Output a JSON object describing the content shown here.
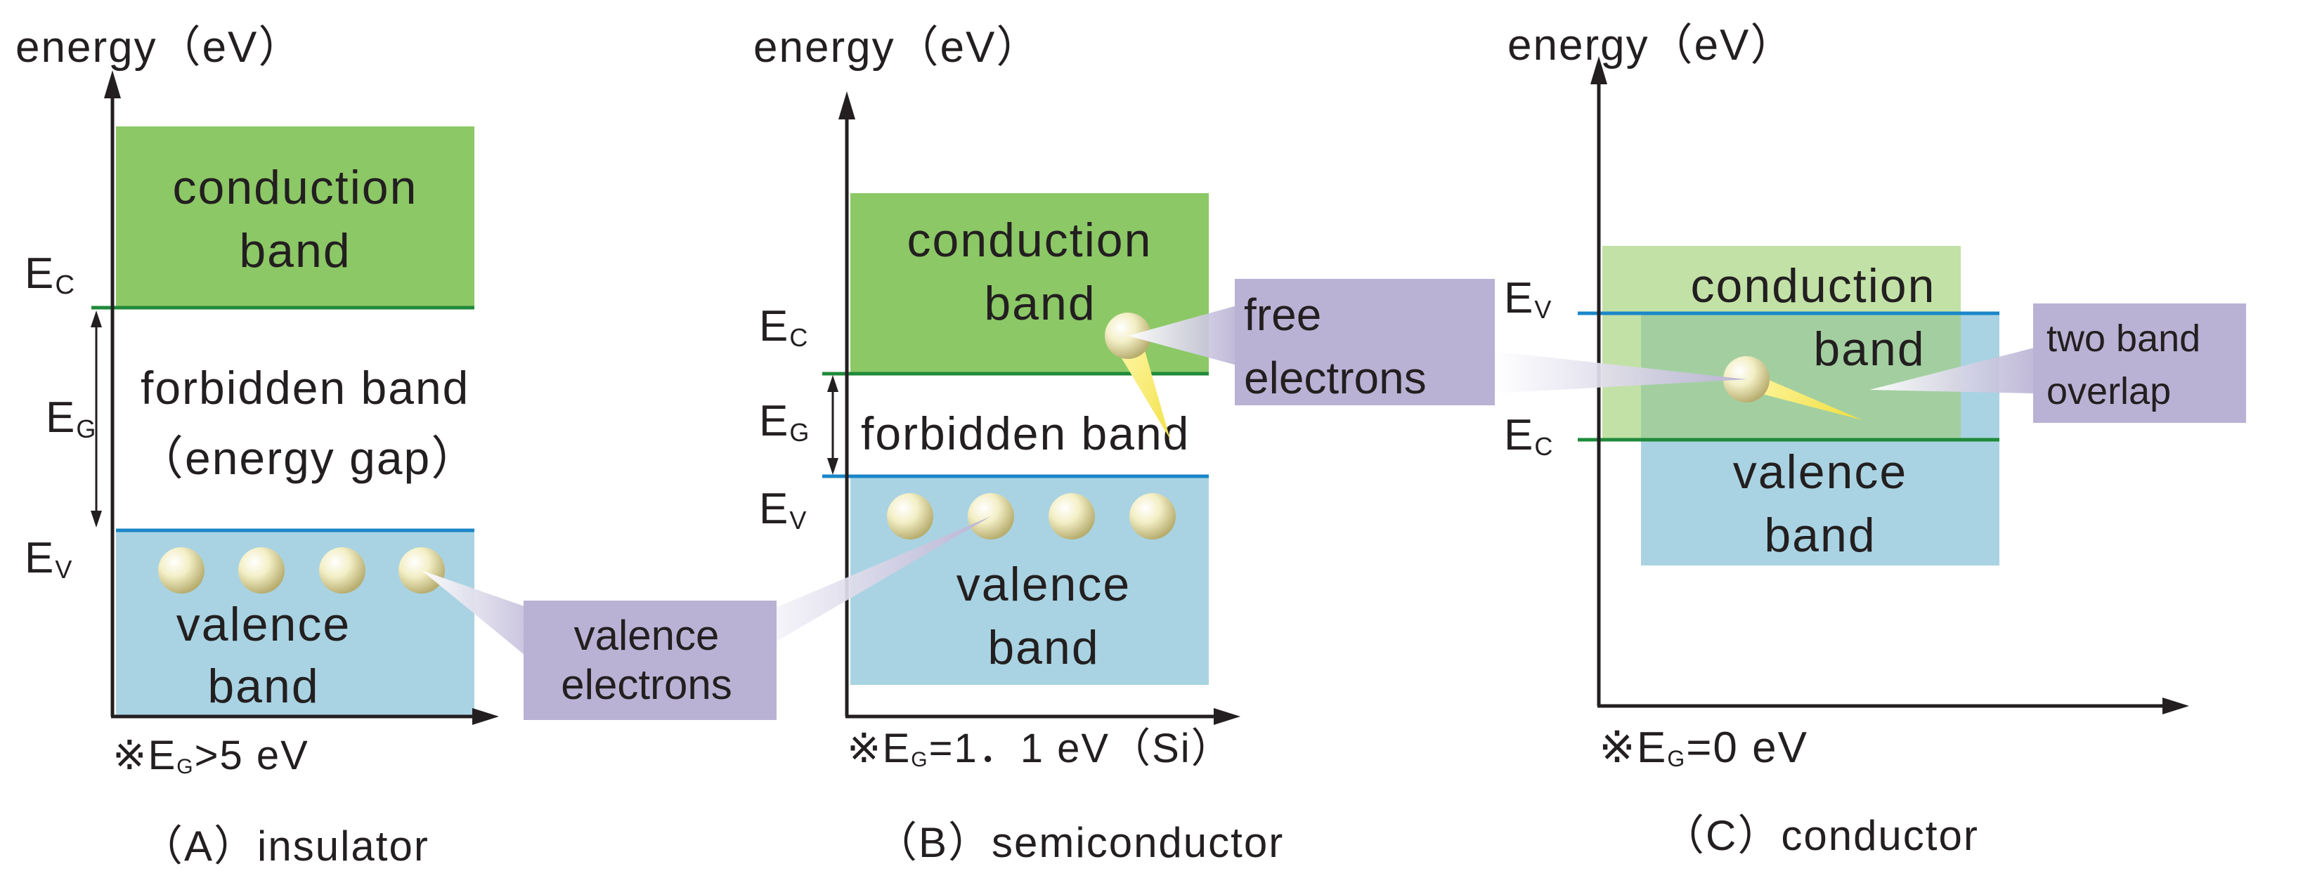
{
  "colors": {
    "conduction": "#8cc866",
    "conduction_light": "#c2e1a6",
    "valence": "#a9d3e2",
    "overlap": "#a3cfa0",
    "ec_line": "#1f8a3a",
    "ev_line": "#1b86c8",
    "callout": "#b9b2d4",
    "axis": "#231f20"
  },
  "icons": [
    "electron-sphere-icon",
    "arrow-up-icon",
    "arrow-right-icon",
    "double-arrow-icon"
  ],
  "panels": {
    "a": {
      "y_axis_label": "energy（eV）",
      "conduction_line1": "conduction",
      "conduction_line2": "band",
      "forbidden_line1": "forbidden band",
      "forbidden_line2": "（energy gap）",
      "valence_line1": "valence",
      "valence_line2": "band",
      "ec": "E",
      "ec_sub": "C",
      "eg": "E",
      "eg_sub": "G",
      "ev": "E",
      "ev_sub": "V",
      "note_prefix": "※E",
      "note_sub": "G",
      "note_rest": ">5 eV",
      "caption": "（A）insulator"
    },
    "b": {
      "y_axis_label": "energy（eV）",
      "conduction_line1": "conduction",
      "conduction_line2": "band",
      "forbidden_line1": "forbidden band",
      "valence_line1": "valence",
      "valence_line2": "band",
      "ec": "E",
      "ec_sub": "C",
      "eg": "E",
      "eg_sub": "G",
      "ev": "E",
      "ev_sub": "V",
      "note_prefix": "※E",
      "note_sub": "G",
      "note_rest": "=1．1 eV（Si）",
      "caption": "（B）semiconductor"
    },
    "c": {
      "y_axis_label": "energy（eV）",
      "conduction_line1": "conduction",
      "conduction_line2": "band",
      "valence_line1": "valence",
      "valence_line2": "band",
      "ev": "E",
      "ev_sub": "V",
      "ec": "E",
      "ec_sub": "C",
      "note_prefix": "※E",
      "note_sub": "G",
      "note_rest": "=0 eV",
      "caption": "（C）conductor"
    }
  },
  "callouts": {
    "valence_electrons_1": "valence",
    "valence_electrons_2": "electrons",
    "free_electrons_1": "free",
    "free_electrons_2": "electrons",
    "overlap_1": "two band",
    "overlap_2": "overlap"
  }
}
